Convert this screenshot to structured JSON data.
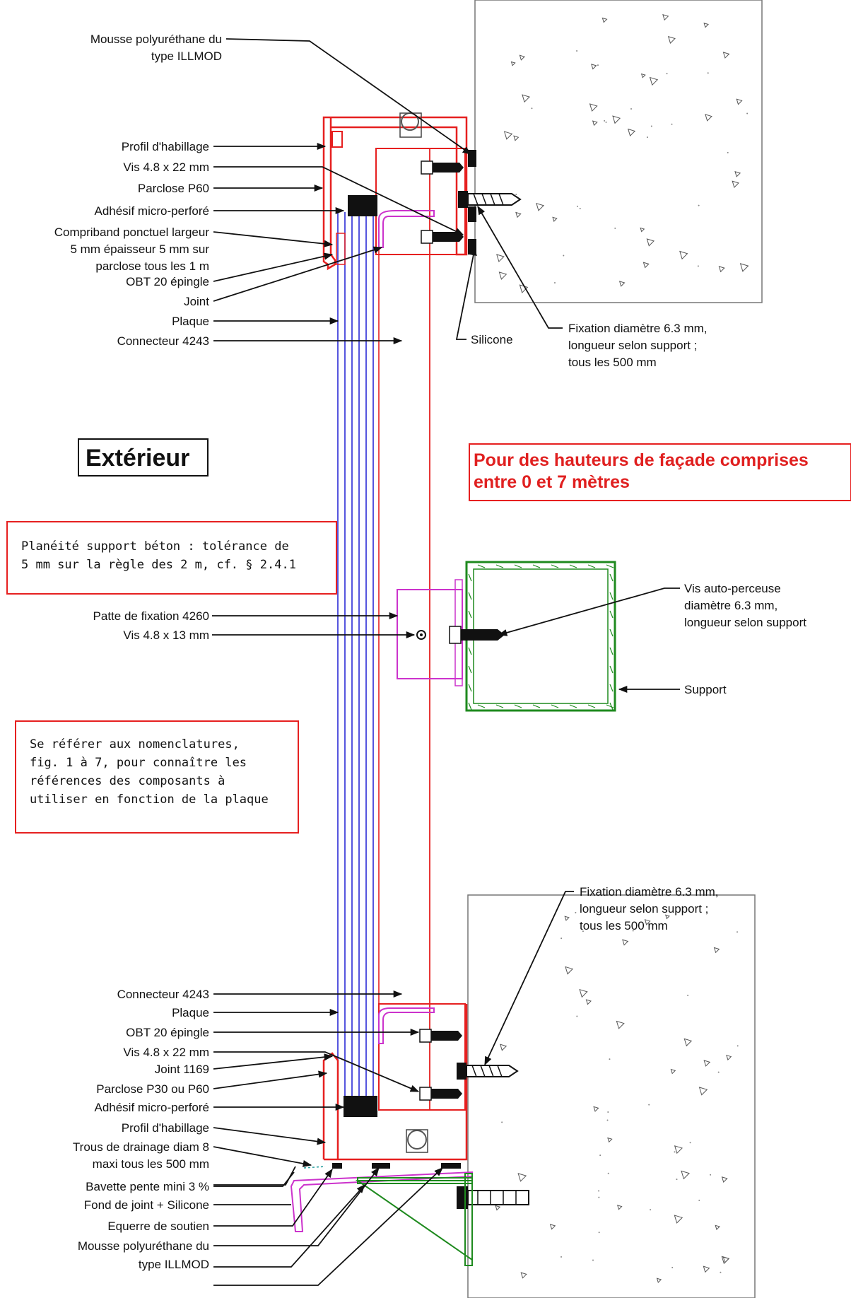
{
  "colors": {
    "red": "#e62020",
    "blue": "#2b2bd6",
    "magenta": "#cc33cc",
    "green": "#1e8a1e",
    "black": "#111111",
    "concrete_border": "#777777"
  },
  "labels": {
    "top": {
      "mousse": [
        "Mousse polyuréthane du",
        "type ILLMOD"
      ],
      "profil": "Profil d'habillage",
      "vis": "Vis 4.8 x 22 mm",
      "parclose": "Parclose P60",
      "adhesif": "Adhésif micro-perforé",
      "compriband": [
        "Compriband ponctuel largeur",
        "5 mm épaisseur 5 mm sur",
        "parclose tous les 1 m"
      ],
      "obt": "OBT 20 épingle",
      "joint": "Joint",
      "plaque": "Plaque",
      "connecteur": "Connecteur 4243",
      "silicone": "Silicone",
      "fixation": [
        "Fixation diamètre 6.3 mm,",
        "longueur selon support ;",
        "tous les 500 mm"
      ]
    },
    "middle": {
      "exterieur": "Extérieur",
      "hauteurs": [
        "Pour des hauteurs de façade comprises",
        "entre 0 et 7 mètres"
      ],
      "planeite": [
        "Planéité support béton : tolérance de",
        "5 mm sur la règle des 2 m, cf. § 2.4.1"
      ],
      "patte": "Patte de fixation 4260",
      "vis13": "Vis 4.8 x 13 mm",
      "vis_auto": [
        "Vis auto-perceuse",
        "diamètre 6.3 mm,",
        "longueur selon support"
      ],
      "support": "Support",
      "nomenclature": [
        "Se référer aux nomenclatures,",
        "fig. 1 à 7, pour connaître les",
        "références des composants à",
        "utiliser en fonction de la plaque"
      ]
    },
    "bottom": {
      "fixation": [
        "Fixation diamètre 6.3 mm,",
        "longueur selon support ;",
        "tous les 500 mm"
      ],
      "connecteur": "Connecteur 4243",
      "plaque": "Plaque",
      "obt": "OBT 20 épingle",
      "vis": "Vis 4.8 x 22 mm",
      "joint": "Joint 1169",
      "parclose": "Parclose P30 ou P60",
      "adhesif": "Adhésif micro-perforé",
      "profil": "Profil d'habillage",
      "trous": [
        "Trous de drainage diam 8",
        "maxi tous les 500 mm"
      ],
      "bavette": "Bavette pente mini 3 %",
      "fond": "Fond de joint + Silicone",
      "equerre": "Equerre de soutien",
      "mousse": [
        "Mousse polyuréthane du",
        "type ILLMOD"
      ]
    }
  }
}
